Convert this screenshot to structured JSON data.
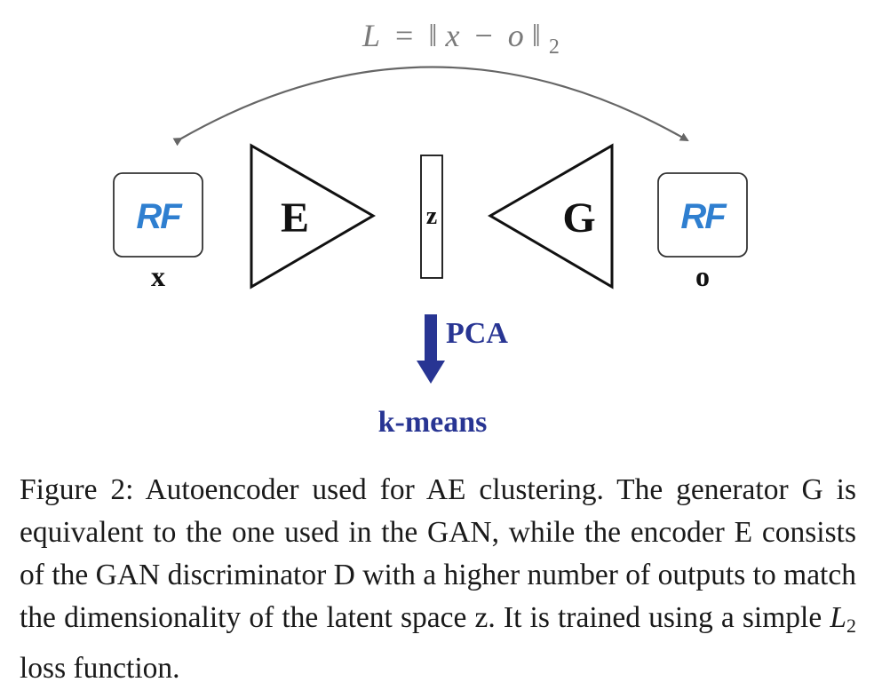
{
  "loss": {
    "L": "L",
    "eq": "=",
    "norm_open": "‖",
    "x": "x",
    "minus": "−",
    "o": "o",
    "norm_close": "‖",
    "sub": "2"
  },
  "input_image": {
    "logo_text": "RF",
    "label": "x"
  },
  "encoder": {
    "label": "E"
  },
  "latent": {
    "label": "z"
  },
  "generator": {
    "label": "G"
  },
  "output_image": {
    "logo_text": "RF",
    "label": "o"
  },
  "pca_step": {
    "label": "PCA"
  },
  "kmeans": {
    "label": "k-means"
  },
  "caption": {
    "part1": "Figure 2:  Autoencoder used for AE clustering.  The generator G is equivalent to the one used in the GAN, while the encoder E consists of the GAN discriminator D with a higher number of outputs to match the dimensionality of the latent space z. It is trained using a simple ",
    "l2_L": "L",
    "l2_sub": "2",
    "part2": " loss function."
  },
  "colors": {
    "accent_blue": "#283593",
    "logo_blue": "#2f7fd0",
    "gray_arrow": "#666666",
    "gray_text": "#7a7a7a"
  }
}
